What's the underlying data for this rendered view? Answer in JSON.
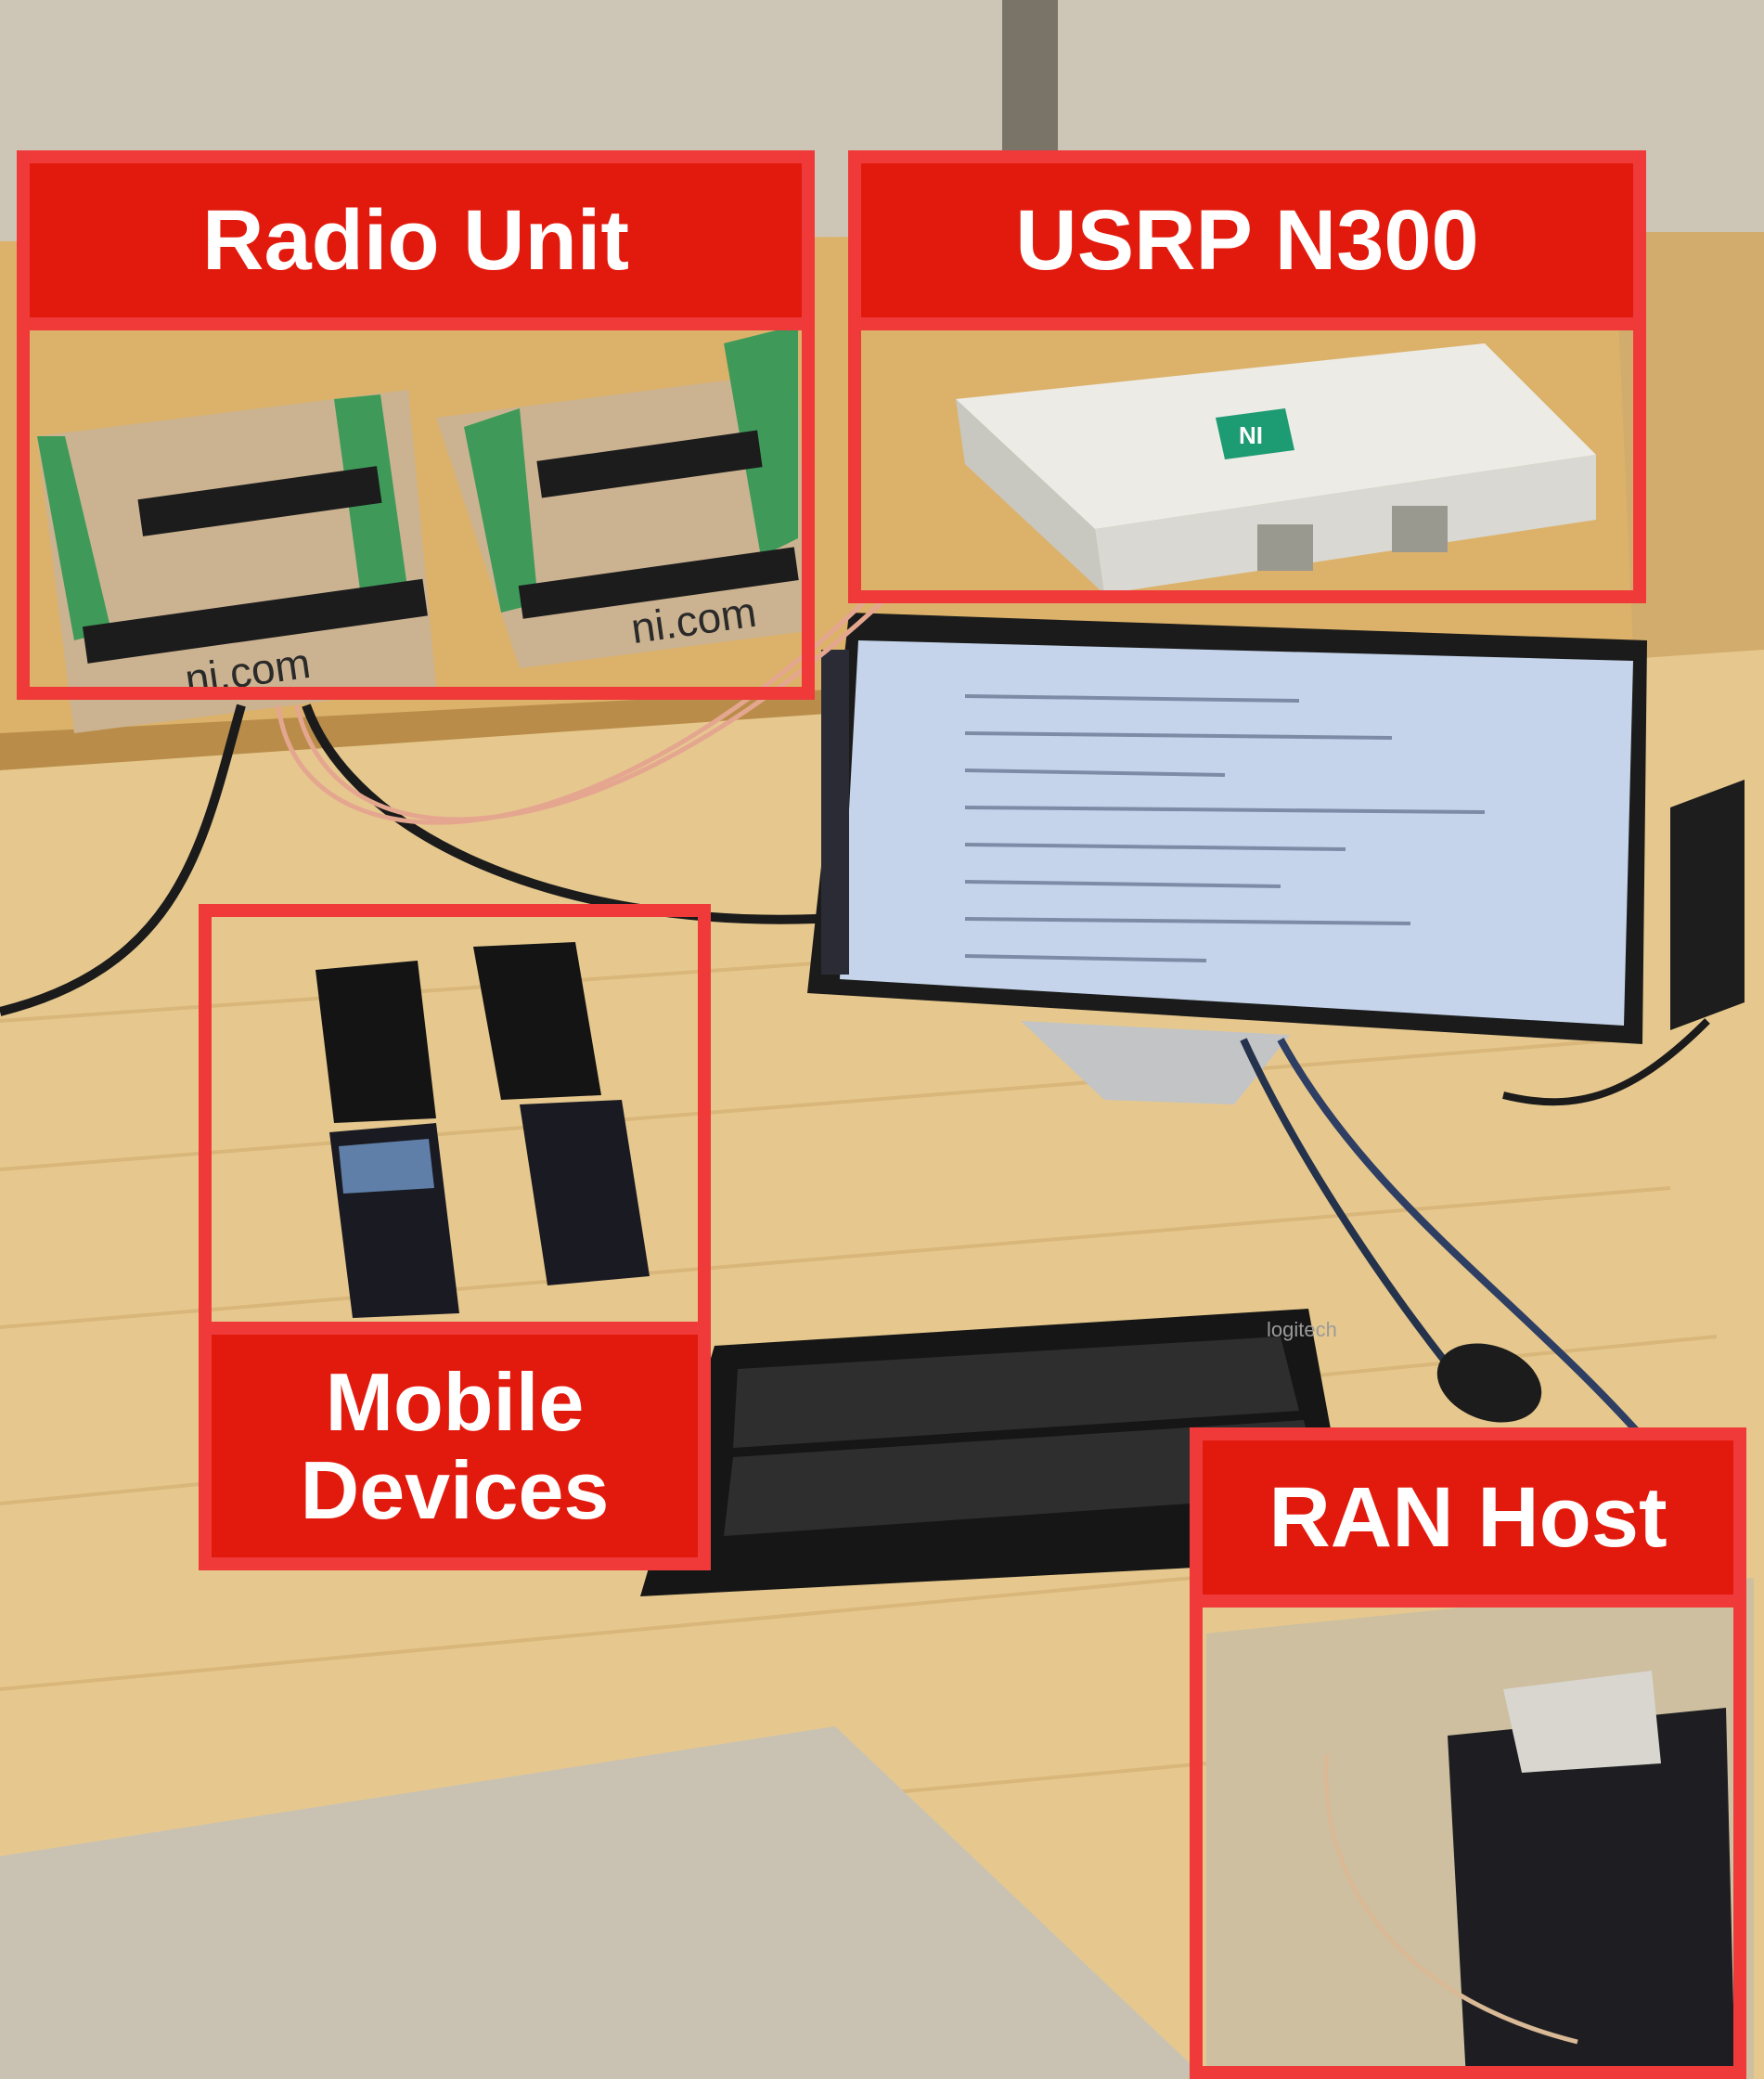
{
  "labels": {
    "radio_unit": "Radio Unit",
    "usrp": "USRP N300",
    "mobile_devices": "Mobile\nDevices",
    "ran_host": "RAN Host"
  },
  "product_markings": {
    "box_left": "ni.com",
    "box_right": "ni.com",
    "usrp_logo": "NI",
    "keyboard_brand": "logitech"
  },
  "colors": {
    "callout_border": "#f03a3a",
    "callout_fill": "#e21a0d",
    "callout_text": "#ffffff",
    "desk": "#e8cf9c"
  }
}
